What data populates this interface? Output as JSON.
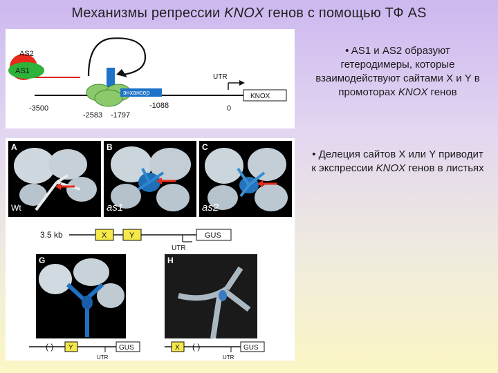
{
  "title": {
    "prefix": "Механизмы репрессии ",
    "italic": "KNOX",
    "suffix": " генов с помощью ТФ AS"
  },
  "top_diagram": {
    "as2_label": "AS2",
    "as1_label": "AS1",
    "enhancer_label": "энхансер",
    "utr_label": "UTR",
    "gene_label": "KNOX",
    "coords": [
      "-3500",
      "-2583",
      "-1797",
      "-1088",
      "0"
    ]
  },
  "bullets": [
    {
      "text_before": "• AS1 и AS2 образуют гетеродимеры, которые взаимодействуют сайтами X и Y в промоторах ",
      "italic": "KNOX",
      "text_after": " генов"
    },
    {
      "text_before": "• Делеция сайтов X или Y приводит к экспрессии ",
      "italic": "KNOX",
      "text_after": " генов в листьях"
    }
  ],
  "photos": [
    {
      "letter": "A",
      "genotype": "Wt"
    },
    {
      "letter": "B",
      "genotype": "as1"
    },
    {
      "letter": "C",
      "genotype": "as2"
    },
    {
      "letter": "G",
      "genotype": ""
    },
    {
      "letter": "H",
      "genotype": ""
    }
  ],
  "construct": {
    "size_label": "3.5 kb",
    "x_label": "X",
    "y_label": "Y",
    "gus_label": "GUS",
    "utr_label": "UTR"
  },
  "constructs_bottom": [
    {
      "y_label": "Y",
      "gus_label": "GUS",
      "utr_label": "UTR"
    },
    {
      "x_label": "X",
      "gus_label": "GUS",
      "utr_label": "UTR"
    }
  ]
}
